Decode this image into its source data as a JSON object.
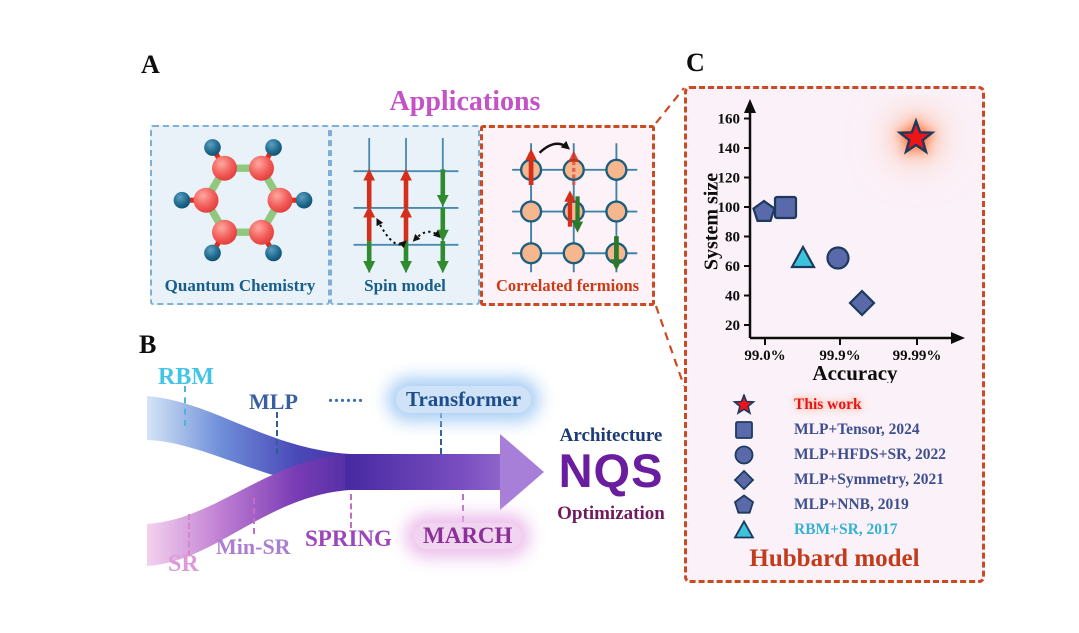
{
  "panel_a": {
    "letter": "A",
    "title": "Applications",
    "boxes": [
      {
        "label": "Quantum Chemistry"
      },
      {
        "label": "Spin model"
      },
      {
        "label": "Correlated fermions"
      }
    ]
  },
  "panel_b": {
    "letter": "B",
    "architecture_axis": {
      "items": [
        {
          "label": "RBM"
        },
        {
          "label": "MLP"
        },
        {
          "label": "......"
        },
        {
          "label": "Transformer"
        }
      ]
    },
    "optimization_axis": {
      "items": [
        {
          "label": "SR"
        },
        {
          "label": "Min-SR"
        },
        {
          "label": "SPRING"
        },
        {
          "label": "MARCH"
        }
      ]
    },
    "result": {
      "architecture_label": "Architecture",
      "nqs_label": "NQS",
      "optimization_label": "Optimization"
    }
  },
  "panel_c": {
    "letter": "C"
  },
  "chart_data": {
    "type": "scatter",
    "title": "Hubbard model",
    "xlabel": "Accuracy",
    "ylabel": "System size",
    "x_tick_labels": [
      "99.0%",
      "99.9%",
      "99.99%"
    ],
    "y_ticks": [
      20,
      40,
      60,
      80,
      100,
      120,
      140,
      160
    ],
    "ylim": [
      10,
      170
    ],
    "x_scale": "logarithmic in (1 - accuracy)",
    "grid": false,
    "legend_position": "below-plot",
    "series": [
      {
        "name": "This work",
        "marker": "star",
        "color": "#ee1418",
        "accuracy": "99.99%",
        "system_size": 143
      },
      {
        "name": "MLP+Tensor, 2024",
        "marker": "square",
        "color": "#5a69a9",
        "accuracy": "99.45%",
        "system_size": 99
      },
      {
        "name": "MLP+HFDS+SR, 2022",
        "marker": "circle",
        "color": "#5a69a9",
        "accuracy": "99.9%",
        "system_size": 63
      },
      {
        "name": "MLP+Symmetry, 2021",
        "marker": "diamond",
        "color": "#5a69a9",
        "accuracy": "99.95%",
        "system_size": 35
      },
      {
        "name": "MLP+NNB, 2019",
        "marker": "pentagon",
        "color": "#5a69a9",
        "accuracy": "99.0%",
        "system_size": 94
      },
      {
        "name": "RBM+SR, 2017",
        "marker": "triangle",
        "color": "#3ec3dd",
        "accuracy": "99.7%",
        "system_size": 64
      }
    ]
  },
  "colors": {
    "applications_title": "#c353c6",
    "blue_box_border": "#7fafd6",
    "red_box_border": "#cb4a21",
    "quantum_chemistry_label": "#175e8c",
    "correlated_fermions_label": "#cc3a16",
    "rbm": "#45c5e5",
    "mlp": "#3a5fa0",
    "transformer": "#1c4e8c",
    "sr": "#dc9ad8",
    "min_sr": "#aa7fd0",
    "spring": "#9c46bc",
    "march": "#8b3097",
    "architecture": "#1d3a78",
    "nqs": "#6a1d9e",
    "optimization": "#701b5e",
    "marker_blue": "#5a69a9",
    "marker_cyan": "#3ec3dd",
    "star_red": "#ee1418",
    "hubbard_model": "#c23b1b"
  }
}
